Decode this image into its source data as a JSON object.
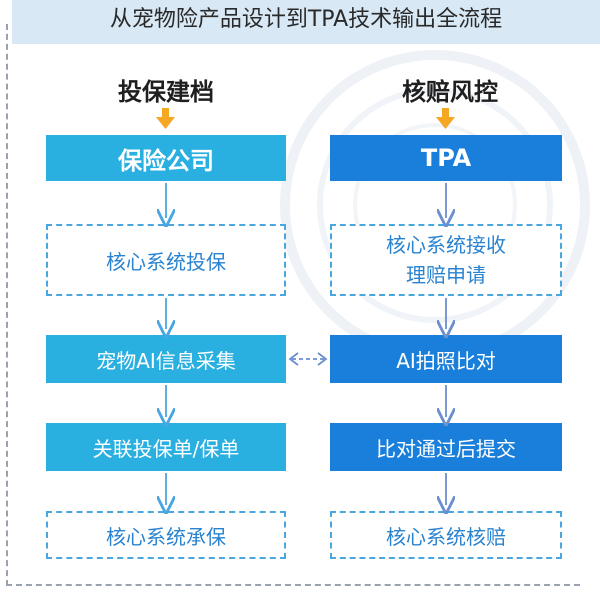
{
  "title": "从宠物险产品设计到TPA技术输出全流程",
  "left_column": {
    "heading": "投保建档",
    "header_box": "保险公司",
    "steps": [
      "核心系统投保",
      "宠物AI信息采集",
      "关联投保单/保单",
      "核心系统承保"
    ]
  },
  "right_column": {
    "heading": "核赔风控",
    "header_box": "TPA",
    "steps": [
      [
        "核心系统接收",
        "理赔申请"
      ],
      "AI拍照比对",
      "比对通过后提交",
      "核心系统核赔"
    ]
  },
  "colors": {
    "cyan_box": "#29b0e0",
    "blue_box": "#1a7fdb",
    "dashed_text": "#2a83d0",
    "title_band": "#d8e8f4",
    "orange_arrow": "#f5a623"
  }
}
